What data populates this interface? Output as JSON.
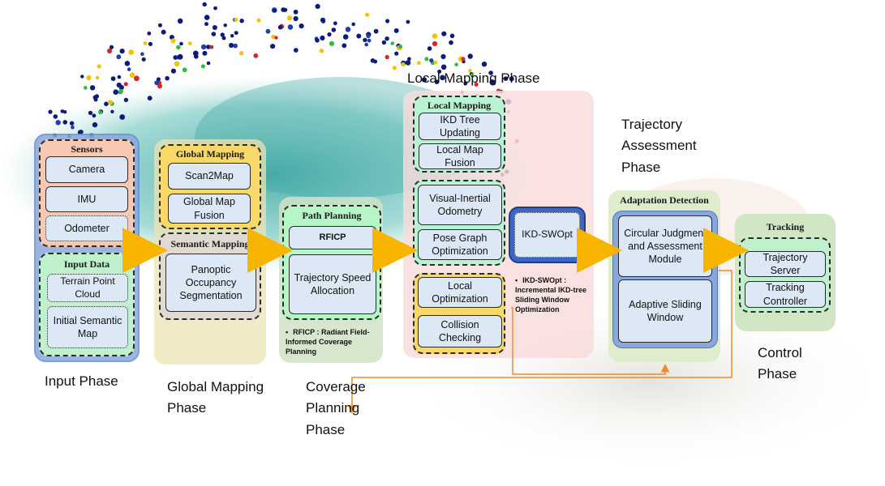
{
  "phases": {
    "input": "Input Phase",
    "global_mapping": "Global Mapping Phase",
    "coverage_planning": "Coverage Planning Phase",
    "local_mapping": "Local Mapping Phase",
    "trajectory_assessment": "Trajectory Assessment Phase",
    "control": "Control Phase"
  },
  "groups": {
    "sensors": {
      "title": "Sensors",
      "items": [
        "Camera",
        "IMU",
        "Odometer"
      ]
    },
    "input_data": {
      "title": "Input Data",
      "items": [
        "Terrain Point Cloud",
        "Initial Semantic Map"
      ]
    },
    "global_mapping": {
      "title": "Global Mapping",
      "items": [
        "Scan2Map",
        "Global Map Fusion"
      ]
    },
    "semantic_mapping": {
      "title": "Semantic Mapping",
      "items": [
        "Panoptic Occupancy Segmentation"
      ]
    },
    "path_planning": {
      "title": "Path Planning",
      "items": [
        "RFICP",
        "Trajectory Speed Allocation"
      ]
    },
    "local_mapping": {
      "title": "Local Mapping",
      "items": [
        "IKD Tree Updating",
        "Local Map Fusion"
      ]
    },
    "vio": {
      "items": [
        "Visual-Inertial Odometry",
        "Pose Graph Optimization"
      ]
    },
    "ikd_swopt": {
      "items": [
        "IKD-SWOpt"
      ]
    },
    "local_opt": {
      "items": [
        "Local Optimization",
        "Collision Checking"
      ]
    },
    "adaptation": {
      "title": "Adaptation Detection",
      "items": [
        "Circular Judgment and Assessment Module",
        "Adaptive Sliding Window"
      ]
    },
    "tracking": {
      "title": "Tracking",
      "items": [
        "Trajectory Server",
        "Tracking Controller"
      ]
    }
  },
  "notes": {
    "rficp": "RFICP : Radiant Field-Informed Coverage Planning",
    "ikd_swopt": "IKD-SWOpt : Incremental IKD-tree Sliding Window Optimization"
  },
  "colors": {
    "arrow": "#f7b500",
    "feedback": "#ee8a2a",
    "point_cloud": "#2a9d9a",
    "points_main": "#0d1b7a"
  }
}
